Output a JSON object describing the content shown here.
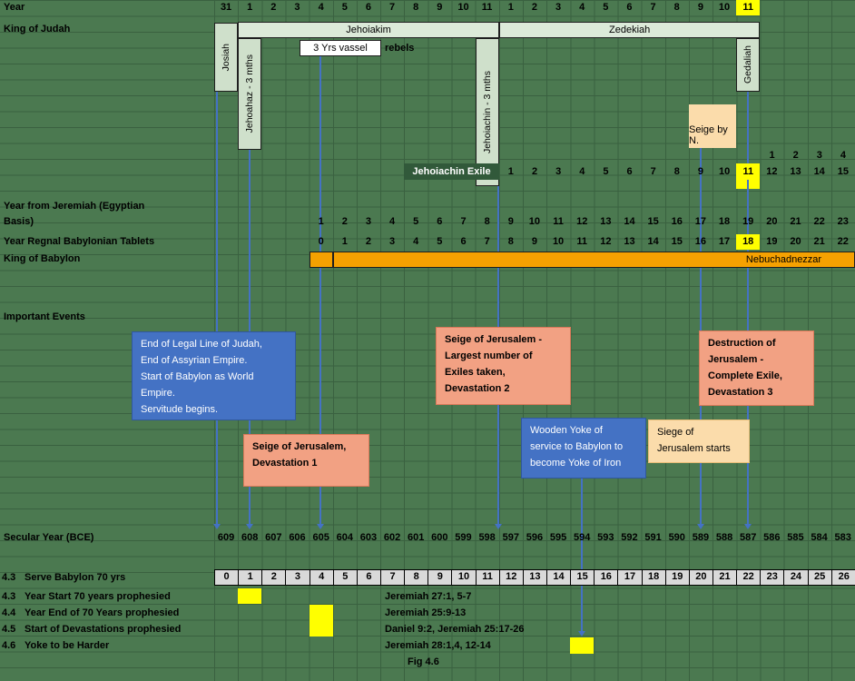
{
  "colors": {
    "bg": "#4b7950",
    "grid": "#3a6140",
    "band": "#dcead9",
    "vbox": "#cfe0cb",
    "exile-hdr": "#31593a",
    "orange": "#f5a101",
    "yellow": "#ffff00",
    "salmon": "#f2a183",
    "salmon-border": "#d9795a",
    "blue": "#4472c4",
    "blue-border": "#30589c",
    "peach": "#fbdcab",
    "gray": "#d9d9d9",
    "arrow": "#4472c4"
  },
  "year_row": {
    "label": "Year",
    "values": [
      "31",
      "1",
      "2",
      "3",
      "4",
      "5",
      "6",
      "7",
      "8",
      "9",
      "10",
      "11",
      "1",
      "2",
      "3",
      "4",
      "5",
      "6",
      "7",
      "8",
      "9",
      "10",
      "11"
    ],
    "highlight": [
      22
    ]
  },
  "king_of_judah": {
    "label": "King of Judah",
    "jehoiakim": "Jehoiakim",
    "zedekiah": "Zedekiah"
  },
  "kings_vertical": {
    "josiah": "Josiah",
    "jehoahaz": "Jehoahaz - 3 mths",
    "jehoiachin": "Jehoiachin - 3 mths",
    "gedaliah": "Gedaliah"
  },
  "notes": {
    "vassal": "3 Yrs vassel",
    "rebels": "rebels",
    "seige_by_n": "Seige by N."
  },
  "post_destruction_years": [
    "1",
    "2",
    "3",
    "4"
  ],
  "exile_row": {
    "label": "Jehoiachin Exile",
    "values": [
      "1",
      "2",
      "3",
      "4",
      "5",
      "6",
      "7",
      "8",
      "9",
      "10",
      "11",
      "12",
      "13",
      "14",
      "15"
    ],
    "highlight": [
      10
    ]
  },
  "jeremiah_row": {
    "label": "Year from Jeremiah (Egyptian\nBasis)",
    "values": [
      "1",
      "2",
      "3",
      "4",
      "5",
      "6",
      "7",
      "8",
      "9",
      "10",
      "11",
      "12",
      "13",
      "14",
      "15",
      "16",
      "17",
      "18",
      "19",
      "20",
      "21",
      "22",
      "23"
    ]
  },
  "babylon_regnal_row": {
    "label": "Year Regnal Babylonian Tablets",
    "values": [
      "0",
      "1",
      "2",
      "3",
      "4",
      "5",
      "6",
      "7",
      "8",
      "9",
      "10",
      "11",
      "12",
      "13",
      "14",
      "15",
      "16",
      "17",
      "18",
      "19",
      "20",
      "21",
      "22"
    ],
    "highlight": [
      18
    ]
  },
  "king_of_babylon": {
    "label": "King of Babylon",
    "name": "Nebuchadnezzar"
  },
  "events": {
    "label": "Important Events",
    "legal_line": "End of Legal Line of Judah,\nEnd of Assyrian Empire.\nStart of Babylon as World\nEmpire.\nServitude begins.",
    "siege2": "Seige of Jerusalem -\nLargest number of\nExiles taken,\nDevastation 2",
    "destruction": "Destruction of\nJerusalem -\nComplete Exile,\nDevastation 3",
    "siege1": "Seige of Jerusalem,\nDevastation 1",
    "wooden_yoke": "Wooden Yoke of\nservice to Babylon to\nbecome Yoke of Iron",
    "siege_starts": "Siege of\nJerusalem starts"
  },
  "secular_row": {
    "label": "Secular Year (BCE)",
    "values": [
      "609",
      "608",
      "607",
      "606",
      "605",
      "604",
      "603",
      "602",
      "601",
      "600",
      "599",
      "598",
      "597",
      "596",
      "595",
      "594",
      "593",
      "592",
      "591",
      "590",
      "589",
      "588",
      "587",
      "586",
      "585",
      "584",
      "583"
    ]
  },
  "serve_row": {
    "num": "4.3",
    "label": "Serve Babylon 70 yrs",
    "values": [
      "0",
      "1",
      "2",
      "3",
      "4",
      "5",
      "6",
      "7",
      "8",
      "9",
      "10",
      "11",
      "12",
      "13",
      "14",
      "15",
      "16",
      "17",
      "18",
      "19",
      "20",
      "21",
      "22",
      "23",
      "24",
      "25",
      "26"
    ]
  },
  "prophecy_rows": [
    {
      "num": "4.3",
      "label": "Year Start 70 years prophesied",
      "ref": "Jeremiah 27:1, 5-7"
    },
    {
      "num": "4.4",
      "label": "Year End of 70 Years prophesied",
      "ref": "Jeremiah 25:9-13"
    },
    {
      "num": "4.5",
      "label": "Start of Devastations prophesied",
      "ref": "Daniel 9:2, Jeremiah 25:17-26"
    },
    {
      "num": "4.6",
      "label": "Yoke to be Harder",
      "ref": "Jeremiah 28:1,4, 12-14"
    }
  ],
  "caption": "Fig 4.6"
}
